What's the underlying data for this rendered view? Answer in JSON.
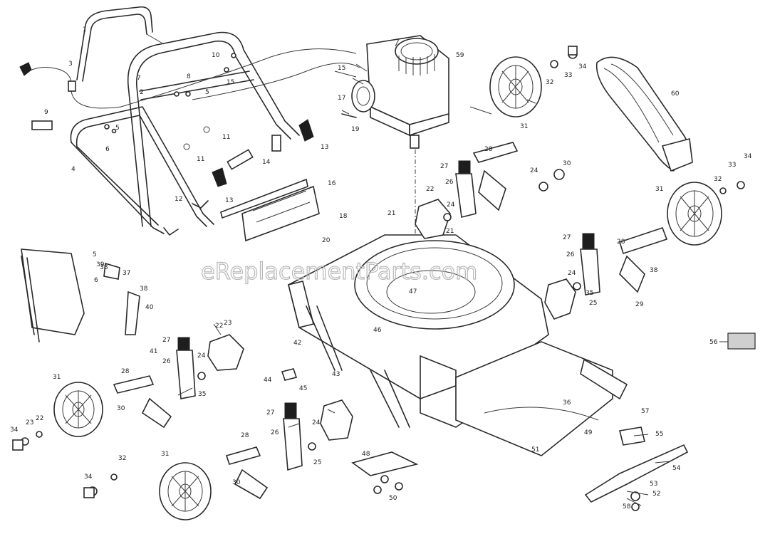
{
  "watermark": "eReplacementParts.com",
  "callouts": [
    {
      "id": "c1",
      "text": "1"
    },
    {
      "id": "c2",
      "text": "2"
    },
    {
      "id": "c3",
      "text": "3"
    },
    {
      "id": "c4",
      "text": "4"
    },
    {
      "id": "c5a",
      "text": "5"
    },
    {
      "id": "c5b",
      "text": "5"
    },
    {
      "id": "c5c",
      "text": "5"
    },
    {
      "id": "c6a",
      "text": "6"
    },
    {
      "id": "c6b",
      "text": "6"
    },
    {
      "id": "c7",
      "text": "7"
    },
    {
      "id": "c8",
      "text": "8"
    },
    {
      "id": "c9",
      "text": "9"
    },
    {
      "id": "c10",
      "text": "10"
    },
    {
      "id": "c11a",
      "text": "11"
    },
    {
      "id": "c11b",
      "text": "11"
    },
    {
      "id": "c12",
      "text": "12"
    },
    {
      "id": "c13a",
      "text": "13"
    },
    {
      "id": "c13b",
      "text": "13"
    },
    {
      "id": "c14",
      "text": "14"
    },
    {
      "id": "c15a",
      "text": "15"
    },
    {
      "id": "c15b",
      "text": "15"
    },
    {
      "id": "c16",
      "text": "16"
    },
    {
      "id": "c17",
      "text": "17"
    },
    {
      "id": "c18",
      "text": "18"
    },
    {
      "id": "c19",
      "text": "19"
    },
    {
      "id": "c20",
      "text": "20"
    },
    {
      "id": "c21a",
      "text": "21"
    },
    {
      "id": "c21b",
      "text": "21"
    },
    {
      "id": "c22a",
      "text": "22"
    },
    {
      "id": "c22b",
      "text": "22"
    },
    {
      "id": "c22c",
      "text": "22"
    },
    {
      "id": "c23a",
      "text": "23"
    },
    {
      "id": "c23b",
      "text": "23"
    },
    {
      "id": "c24a",
      "text": "24"
    },
    {
      "id": "c24b",
      "text": "24"
    },
    {
      "id": "c24c",
      "text": "24"
    },
    {
      "id": "c24d",
      "text": "24"
    },
    {
      "id": "c24e",
      "text": "24"
    },
    {
      "id": "c25a",
      "text": "25"
    },
    {
      "id": "c25b",
      "text": "25"
    },
    {
      "id": "c26a",
      "text": "26"
    },
    {
      "id": "c26b",
      "text": "26"
    },
    {
      "id": "c26c",
      "text": "26"
    },
    {
      "id": "c26d",
      "text": "26"
    },
    {
      "id": "c27a",
      "text": "27"
    },
    {
      "id": "c27b",
      "text": "27"
    },
    {
      "id": "c27c",
      "text": "27"
    },
    {
      "id": "c27d",
      "text": "27"
    },
    {
      "id": "c28a",
      "text": "28"
    },
    {
      "id": "c28b",
      "text": "28"
    },
    {
      "id": "c28c",
      "text": "28"
    },
    {
      "id": "c28d",
      "text": "28"
    },
    {
      "id": "c29",
      "text": "29"
    },
    {
      "id": "c30a",
      "text": "30"
    },
    {
      "id": "c30b",
      "text": "30"
    },
    {
      "id": "c30c",
      "text": "30"
    },
    {
      "id": "c31a",
      "text": "31"
    },
    {
      "id": "c31b",
      "text": "31"
    },
    {
      "id": "c31c",
      "text": "31"
    },
    {
      "id": "c31d",
      "text": "31"
    },
    {
      "id": "c32a",
      "text": "32"
    },
    {
      "id": "c32b",
      "text": "32"
    },
    {
      "id": "c32c",
      "text": "32"
    },
    {
      "id": "c33a",
      "text": "33"
    },
    {
      "id": "c33b",
      "text": "33"
    },
    {
      "id": "c34a",
      "text": "34"
    },
    {
      "id": "c34b",
      "text": "34"
    },
    {
      "id": "c34c",
      "text": "34"
    },
    {
      "id": "c34d",
      "text": "34"
    },
    {
      "id": "c35a",
      "text": "35"
    },
    {
      "id": "c35b",
      "text": "35"
    },
    {
      "id": "c36",
      "text": "36"
    },
    {
      "id": "c37",
      "text": "37"
    },
    {
      "id": "c38a",
      "text": "38"
    },
    {
      "id": "c38b",
      "text": "38"
    },
    {
      "id": "c38c",
      "text": "38"
    },
    {
      "id": "c39",
      "text": "39"
    },
    {
      "id": "c40",
      "text": "40"
    },
    {
      "id": "c41",
      "text": "41"
    },
    {
      "id": "c42",
      "text": "42"
    },
    {
      "id": "c43",
      "text": "43"
    },
    {
      "id": "c44",
      "text": "44"
    },
    {
      "id": "c45",
      "text": "45"
    },
    {
      "id": "c46",
      "text": "46"
    },
    {
      "id": "c47",
      "text": "47"
    },
    {
      "id": "c48",
      "text": "48"
    },
    {
      "id": "c49",
      "text": "49"
    },
    {
      "id": "c50",
      "text": "50"
    },
    {
      "id": "c51",
      "text": "51"
    },
    {
      "id": "c52",
      "text": "52"
    },
    {
      "id": "c53",
      "text": "53"
    },
    {
      "id": "c54",
      "text": "54"
    },
    {
      "id": "c55",
      "text": "55"
    },
    {
      "id": "c56",
      "text": "56"
    },
    {
      "id": "c57",
      "text": "57"
    },
    {
      "id": "c58",
      "text": "58"
    },
    {
      "id": "c59",
      "text": "59"
    },
    {
      "id": "c60",
      "text": "60"
    }
  ]
}
